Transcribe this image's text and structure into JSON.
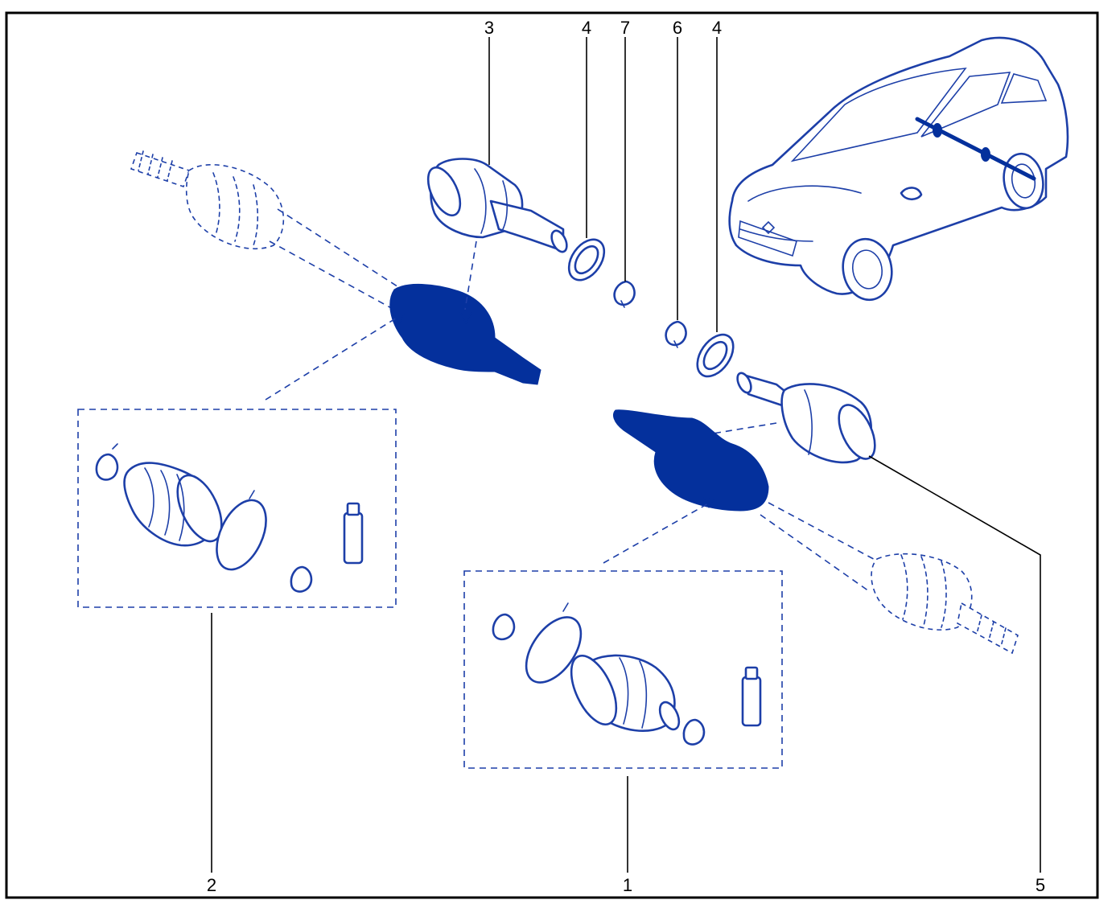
{
  "diagram": {
    "callouts": {
      "c1": "1",
      "c2": "2",
      "c3": "3",
      "c4a": "4",
      "c4b": "4",
      "c5": "5",
      "c6": "6",
      "c7": "7"
    },
    "colors": {
      "line": "#1d3fa8",
      "accent": "#04309c",
      "frame": "#000000"
    }
  }
}
